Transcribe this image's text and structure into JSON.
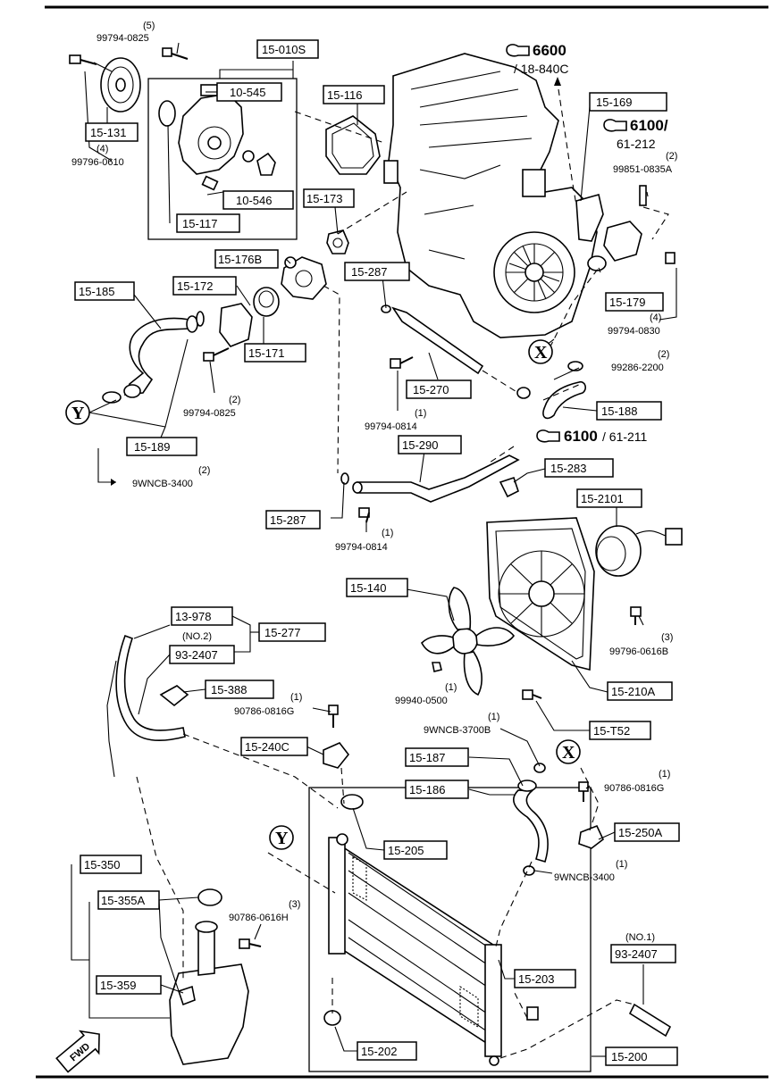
{
  "refs": {
    "ref_6600": "6600",
    "ref_6600_sub": "/ 18-840C",
    "ref_6100a": "6100/",
    "ref_6100a_sub": "61-212",
    "ref_6100b": "6100",
    "ref_6100b_sub": "/ 61-211"
  },
  "parts": {
    "p15_010S": "15-010S",
    "p10_545": "10-545",
    "p10_546": "10-546",
    "p15_117": "15-117",
    "p15_131": "15-131",
    "p15_116": "15-116",
    "p15_173": "15-173",
    "p15_169": "15-169",
    "p15_176B": "15-176B",
    "p15_287a": "15-287",
    "p15_179": "15-179",
    "p15_185": "15-185",
    "p15_172": "15-172",
    "p15_171": "15-171",
    "p15_270": "15-270",
    "p15_188": "15-188",
    "p15_189": "15-189",
    "p15_290": "15-290",
    "p15_283": "15-283",
    "p15_287b": "15-287",
    "p15_2101": "15-2101",
    "p15_140": "15-140",
    "p13_978": "13-978",
    "p15_277": "15-277",
    "p93_2407a": "93-2407",
    "p15_388": "15-388",
    "p15_210A": "15-210A",
    "p15_T52": "15-T52",
    "p15_240C": "15-240C",
    "p15_187": "15-187",
    "p15_186": "15-186",
    "p15_205": "15-205",
    "p15_250A": "15-250A",
    "p15_350": "15-350",
    "p15_355A": "15-355A",
    "p15_359": "15-359",
    "p93_2407b": "93-2407",
    "p15_203": "15-203",
    "p15_202": "15-202",
    "p15_200": "15-200"
  },
  "fasteners": {
    "f1_qty": "(5)",
    "f1": "99794-0825",
    "f2_qty": "(4)",
    "f2": "99796-0610",
    "f3_qty": "(2)",
    "f3": "99851-0835A",
    "f4_qty": "(4)",
    "f4": "99794-0830",
    "f5_qty": "(2)",
    "f5": "99286-2200",
    "f6_qty": "(2)",
    "f6": "99794-0825",
    "f7_qty": "(1)",
    "f7": "99794-0814",
    "f8_qty": "(2)",
    "f8": "9WNCB-3400",
    "f9_qty": "(1)",
    "f9": "99794-0814",
    "f10_qty": "(3)",
    "f10": "99796-0616B",
    "f11": "99940-0500",
    "f11_qty": "(1)",
    "f12_qty": "(1)",
    "f12": "90786-0816G",
    "f13_qty": "(1)",
    "f13": "9WNCB-3700B",
    "f14_qty": "(1)",
    "f14": "90786-0816G",
    "f15_qty": "(1)",
    "f15": "9WNCB-3400",
    "f16_qty": "(3)",
    "f16": "90786-0616H",
    "no2": "(NO.2)",
    "no1": "(NO.1)"
  },
  "markers": {
    "x": "X",
    "y": "Y"
  },
  "fwd": "FWD",
  "colors": {
    "ink": "#000000",
    "paper": "#ffffff"
  }
}
